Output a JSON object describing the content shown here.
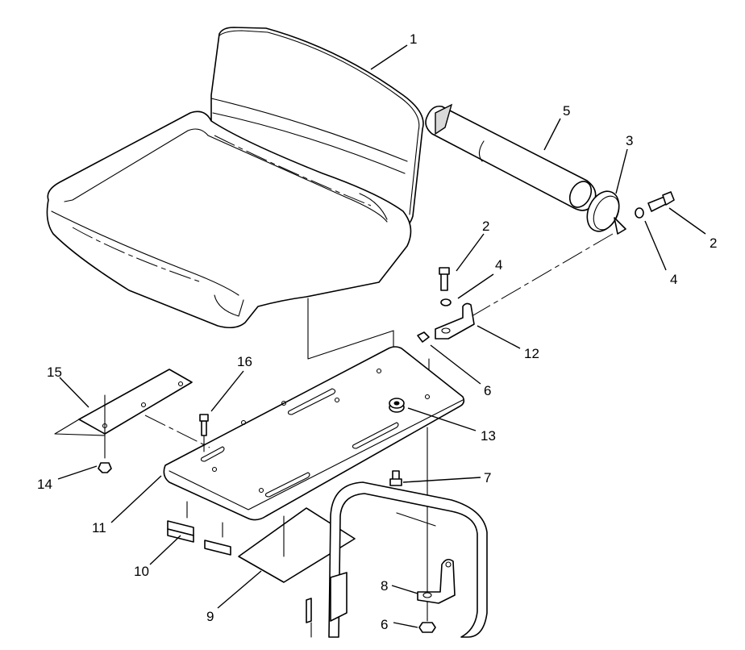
{
  "callouts": {
    "c1": "1",
    "c2a": "2",
    "c2b": "2",
    "c3": "3",
    "c4a": "4",
    "c4b": "4",
    "c5": "5",
    "c6a": "6",
    "c6b": "6",
    "c7": "7",
    "c8": "8",
    "c9": "9",
    "c10": "10",
    "c11": "11",
    "c12": "12",
    "c13": "13",
    "c14": "14",
    "c15": "15",
    "c16": "16"
  }
}
